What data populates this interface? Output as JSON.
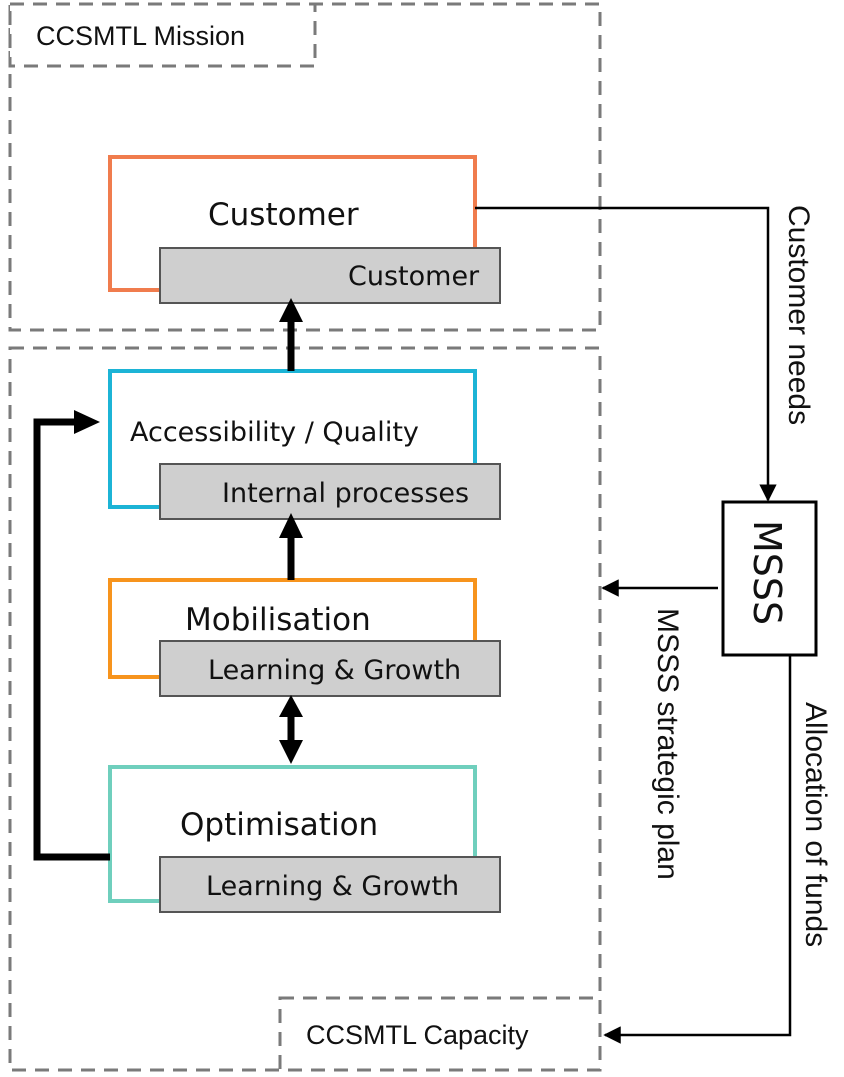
{
  "regions": {
    "mission": "CCSMTL Mission",
    "capacity": "CCSMTL Capacity"
  },
  "boxes": {
    "customer": {
      "title": "Customer",
      "tag": "Customer",
      "color": "#f07c4d"
    },
    "accessibility": {
      "title": "Accessibility / Quality",
      "tag": "Internal processes",
      "color": "#1cb4d6"
    },
    "mobilisation": {
      "title": "Mobilisation",
      "tag": "Learning & Growth",
      "color": "#f7941d"
    },
    "optimisation": {
      "title": "Optimisation",
      "tag": "Learning & Growth",
      "color": "#6fcfbd"
    }
  },
  "msss": {
    "label": "MSSS"
  },
  "flows": {
    "customer_needs": "Customer needs",
    "strategic_plan": "MSSS strategic plan",
    "allocation": "Allocation of funds"
  },
  "colors": {
    "dash": "#7a7a7a",
    "tag_fill": "#cfcfcf",
    "tag_stroke": "#555555",
    "arrow": "#000000"
  }
}
